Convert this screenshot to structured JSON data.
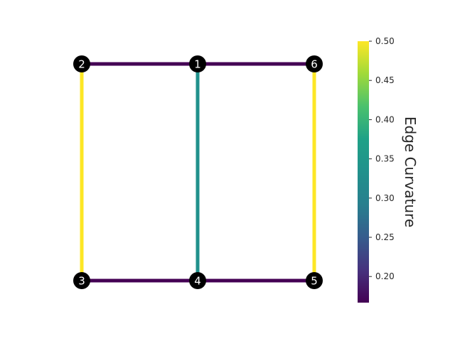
{
  "graph": {
    "nodes": [
      {
        "id": "1",
        "label": "1"
      },
      {
        "id": "2",
        "label": "2"
      },
      {
        "id": "3",
        "label": "3"
      },
      {
        "id": "4",
        "label": "4"
      },
      {
        "id": "5",
        "label": "5"
      },
      {
        "id": "6",
        "label": "6"
      }
    ],
    "edges": [
      {
        "source": "2",
        "target": "1",
        "curvature": 0.1667
      },
      {
        "source": "1",
        "target": "6",
        "curvature": 0.1667
      },
      {
        "source": "2",
        "target": "3",
        "curvature": 0.5
      },
      {
        "source": "1",
        "target": "4",
        "curvature": 0.3333
      },
      {
        "source": "6",
        "target": "5",
        "curvature": 0.5
      },
      {
        "source": "3",
        "target": "4",
        "curvature": 0.1667
      },
      {
        "source": "4",
        "target": "5",
        "curvature": 0.1667
      }
    ],
    "node_color": "#000000",
    "label_color": "#ffffff"
  },
  "colorbar": {
    "label": "Edge Curvature",
    "colormap": "viridis",
    "min": 0.1667,
    "max": 0.5,
    "ticks": [
      "0.20",
      "0.25",
      "0.30",
      "0.35",
      "0.40",
      "0.45",
      "0.50"
    ]
  }
}
